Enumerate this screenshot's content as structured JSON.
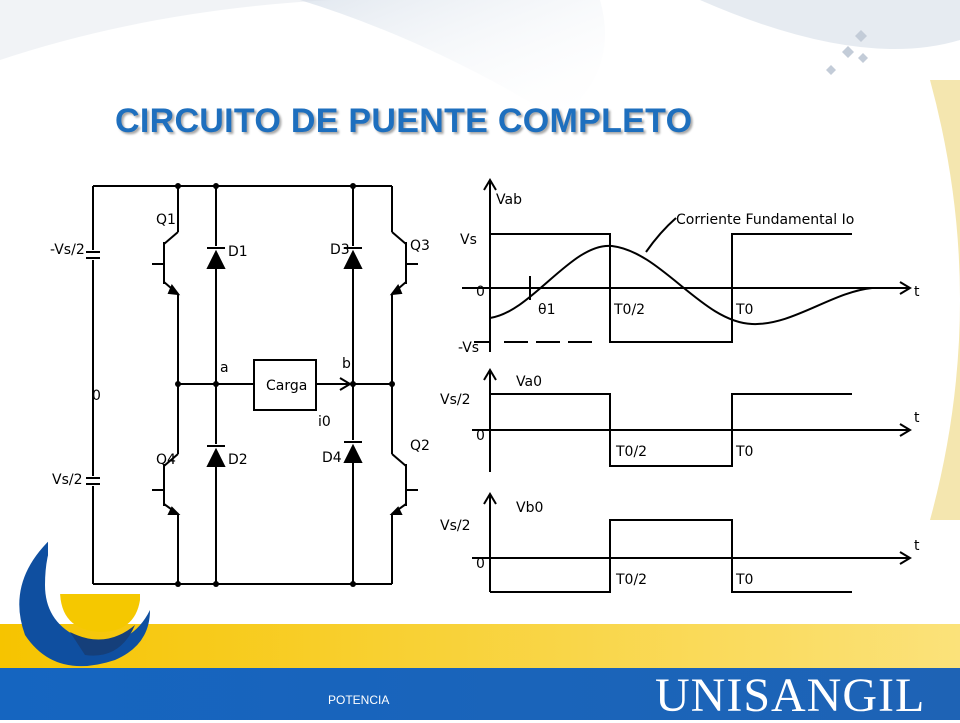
{
  "slide": {
    "title": "CIRCUITO DE PUENTE COMPLETO",
    "footer_label": "POTENCIA",
    "brand": "UNISANGIL"
  },
  "circuit": {
    "source_top": "-Vs/2",
    "source_mid": "0",
    "source_bottom": "Vs/2",
    "q1": "Q1",
    "q2": "Q2",
    "q3": "Q3",
    "q4": "Q4",
    "d1": "D1",
    "d2": "D2",
    "d3": "D3",
    "d4": "D4",
    "node_a": "a",
    "node_b": "b",
    "load": "Carga",
    "current": "i0"
  },
  "waveforms": {
    "vab_label": "Vab",
    "fundamental_label": "Corriente Fundamental Io",
    "vs": "Vs",
    "minus_vs": "-Vs",
    "zero": "0",
    "theta": "θ1",
    "t_half": "T0/2",
    "t_full": "T0",
    "t_axis": "t",
    "va0_label": "Va0",
    "vb0_label": "Vb0",
    "vs2": "Vs/2"
  },
  "colors": {
    "title": "#1e6fbe",
    "footer_band": "#1565c0",
    "yellow_band": "#f5c800"
  }
}
